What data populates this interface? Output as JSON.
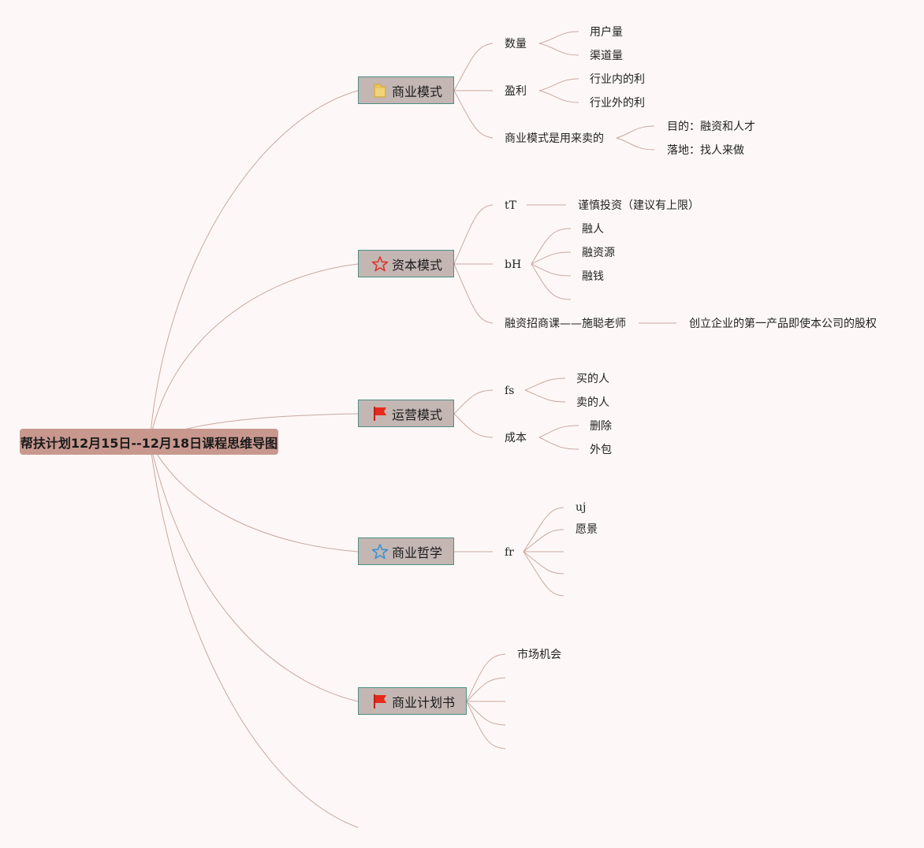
{
  "root": {
    "label": "帮扶计划12月15日--12月18日课程思维导图"
  },
  "colors": {
    "root_bg": "#c8988f",
    "topic_bg": "#c3b6b3",
    "topic_border": "#4e8f84",
    "link": "#c9a8a0",
    "background": "#fdf8f7"
  },
  "topics": [
    {
      "label": "商业模式",
      "icon": "folder-icon",
      "children": [
        {
          "label": "数量",
          "children": [
            {
              "label": "用户量"
            },
            {
              "label": "渠道量"
            }
          ]
        },
        {
          "label": "盈利",
          "children": [
            {
              "label": "行业内的利"
            },
            {
              "label": "行业外的利"
            }
          ]
        },
        {
          "label": "商业模式是用来卖的",
          "children": [
            {
              "label": "目的：融资和人才"
            },
            {
              "label": "落地：找人来做"
            }
          ]
        }
      ]
    },
    {
      "label": "资本模式",
      "icon": "star-outline-icon",
      "children": [
        {
          "label": "tT",
          "children": [
            {
              "label": "谨慎投资（建议有上限）"
            }
          ]
        },
        {
          "label": "bH",
          "children": [
            {
              "label": "融人"
            },
            {
              "label": "融资源"
            },
            {
              "label": "融钱"
            },
            {
              "label": ""
            }
          ]
        },
        {
          "label": "融资招商课——施聪老师",
          "children": [
            {
              "label": "创立企业的第一产品即使本公司的股权"
            }
          ]
        }
      ]
    },
    {
      "label": "运营模式",
      "icon": "flag-icon",
      "children": [
        {
          "label": "fs",
          "children": [
            {
              "label": "买的人"
            },
            {
              "label": "卖的人"
            }
          ]
        },
        {
          "label": "成本",
          "children": [
            {
              "label": "删除"
            },
            {
              "label": "外包"
            }
          ]
        }
      ]
    },
    {
      "label": "商业哲学",
      "icon": "star-blue-icon",
      "children": [
        {
          "label": "fr",
          "children": [
            {
              "label": "uj"
            },
            {
              "label": "愿景"
            },
            {
              "label": ""
            },
            {
              "label": ""
            },
            {
              "label": ""
            }
          ]
        }
      ]
    },
    {
      "label": "商业计划书",
      "icon": "flag-icon",
      "children": [
        {
          "label": "市场机会"
        },
        {
          "label": ""
        },
        {
          "label": ""
        },
        {
          "label": ""
        },
        {
          "label": ""
        }
      ]
    }
  ]
}
